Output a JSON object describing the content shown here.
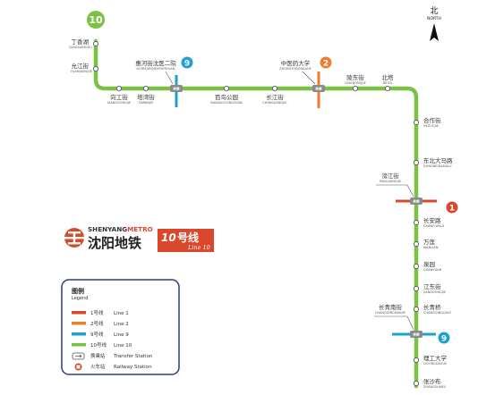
{
  "colors": {
    "line1": "#d9482b",
    "line2": "#ee7d32",
    "line9": "#1f9fd2",
    "line10": "#7cc242",
    "legend_border": "#2e3b7a",
    "title_bg": "#d9482b"
  },
  "north": {
    "cn": "北",
    "en": "NORTH"
  },
  "line10_badge": "10",
  "brand": {
    "en_prefix": "SHENYANG",
    "en_suffix": "METRO",
    "cn": "沈阳地铁"
  },
  "title": {
    "num": "10",
    "cn": "号线",
    "en": "Line 10"
  },
  "legend": {
    "title_cn": "图例",
    "title_en": "Legend",
    "items": [
      {
        "cn": "1号线",
        "en": "Line 1",
        "color": "#d9482b"
      },
      {
        "cn": "2号线",
        "en": "Line 2",
        "color": "#ee7d32"
      },
      {
        "cn": "9号线",
        "en": "Line 9",
        "color": "#1f9fd2"
      },
      {
        "cn": "10号线",
        "en": "Line 10",
        "color": "#7cc242"
      }
    ],
    "transfer": {
      "cn": "换乘站",
      "en": "Transfer Station"
    },
    "railway": {
      "cn": "火车站",
      "en": "Railway Station"
    }
  },
  "stations": [
    {
      "id": "dingxianghu",
      "cn": "丁香湖",
      "en": "DINGXIANGHU"
    },
    {
      "id": "yuanjiangjie",
      "cn": "允江街",
      "en": "YUANJIANGJIE"
    },
    {
      "id": "xiangongjie",
      "cn": "向工街",
      "en": "XIANGGONGJIE"
    },
    {
      "id": "taishanlu",
      "cn": "塔湾街",
      "en": "TAWANJIE"
    },
    {
      "id": "xfer9",
      "cn": "惠河街沈医二院",
      "en": "HUIHEJIESHENYIERYUAN"
    },
    {
      "id": "baiyunpark",
      "cn": "百鸟公园",
      "en": "BAINIAOGONGYUAN"
    },
    {
      "id": "changjiangjie",
      "cn": "长江街",
      "en": "CHANGJIANGJIE"
    },
    {
      "id": "xfer2",
      "cn": "中医药大学",
      "en": "ZHONGYIYAODAXUE"
    },
    {
      "id": "lingdongjie",
      "cn": "陵东街",
      "en": "LINGDONGJIE"
    },
    {
      "id": "beita",
      "cn": "北塔",
      "en": "BEITA"
    },
    {
      "id": "hezuojie",
      "cn": "合作街",
      "en": "HEZUOJIE"
    },
    {
      "id": "dongbeidamalu",
      "cn": "东北大马路",
      "en": "DONGBEIDAMALU"
    },
    {
      "id": "xfer1",
      "cn": "滂江街",
      "en": "PANGJIANGJIE"
    },
    {
      "id": "changanlu",
      "cn": "长安路",
      "en": "CHANG'ANLU"
    },
    {
      "id": "wanlian",
      "cn": "万莲",
      "en": "WANLIAN"
    },
    {
      "id": "quanyuan",
      "cn": "泉园",
      "en": "QUANYUAN"
    },
    {
      "id": "jiangdongjie",
      "cn": "江东街",
      "en": "JIANGDONGJIE"
    },
    {
      "id": "changqingqiao",
      "cn": "长青桥",
      "en": "CHANGQINGQIAO"
    },
    {
      "id": "xfer9b",
      "cn": "长青南街",
      "en": "CHANGQINGNANJIE"
    },
    {
      "id": "ligongdaxue",
      "cn": "理工大学",
      "en": "LIGONGDAXUE"
    },
    {
      "id": "zhangshabu",
      "cn": "张沙布",
      "en": "ZHANGSHABU"
    }
  ],
  "badges": {
    "line9_top": "9",
    "line2": "2",
    "line1": "1",
    "line9_bottom": "9"
  },
  "transfer_label": "换乘"
}
